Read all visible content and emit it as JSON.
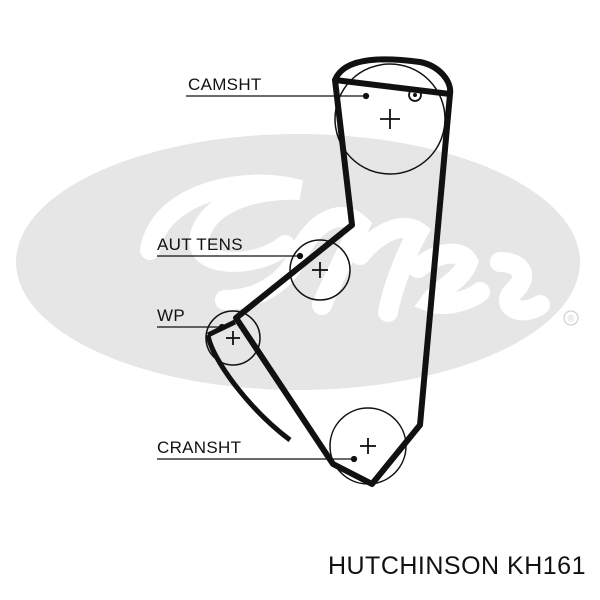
{
  "diagram": {
    "labels": {
      "camshaft": "CAMSHT",
      "tensioner": "AUT TENS",
      "water_pump": "WP",
      "crankshaft": "CRANSHT"
    },
    "watermark": {
      "brand": "Gates",
      "registered_mark": "®",
      "color": "#e6e6e6"
    },
    "belt_color": "#111111"
  },
  "footer": {
    "caption": "HUTCHINSON KH161"
  }
}
